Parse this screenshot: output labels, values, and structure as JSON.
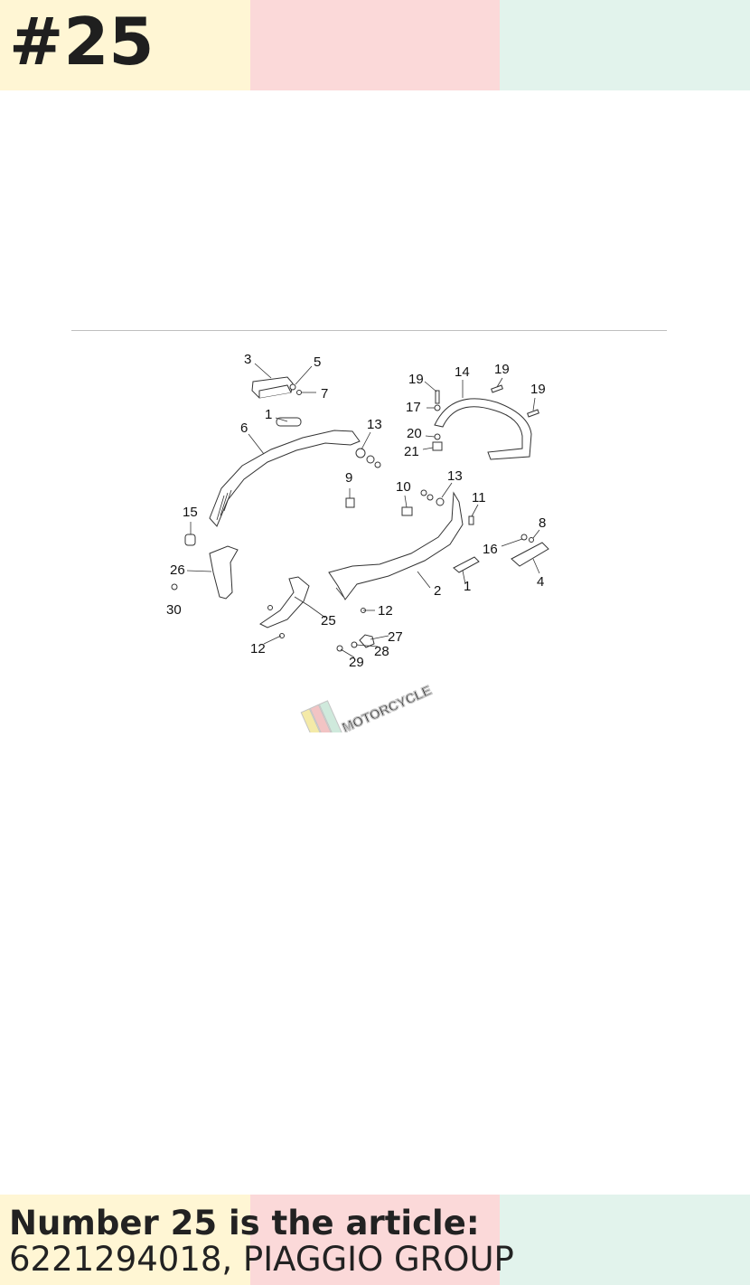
{
  "header": {
    "page_number": "#25"
  },
  "footer": {
    "heading": "Number 25 is the article:",
    "detail": "6221294018, PIAGGIO GROUP"
  },
  "colors": {
    "band_yellow": "#fff6d4",
    "band_red": "#fbd9d9",
    "band_green": "#e2f3ec"
  },
  "diagram": {
    "watermark": "MOTORCYCLE",
    "callouts": [
      "3",
      "5",
      "7",
      "1",
      "6",
      "13",
      "19",
      "14",
      "19",
      "19",
      "17",
      "20",
      "21",
      "9",
      "10",
      "13",
      "11",
      "15",
      "8",
      "16",
      "26",
      "4",
      "2",
      "1",
      "30",
      "12",
      "25",
      "27",
      "12",
      "28",
      "29"
    ]
  }
}
